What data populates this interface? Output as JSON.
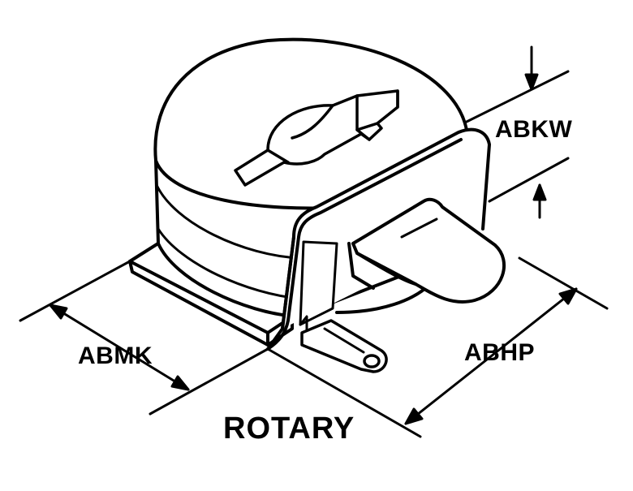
{
  "drawing": {
    "title": "ROTARY",
    "dimensions": {
      "top_right": "ABKW",
      "bottom_left": "ABMK",
      "bottom_right": "ABHP"
    },
    "colors": {
      "line": "#000000",
      "background": "#ffffff"
    }
  }
}
